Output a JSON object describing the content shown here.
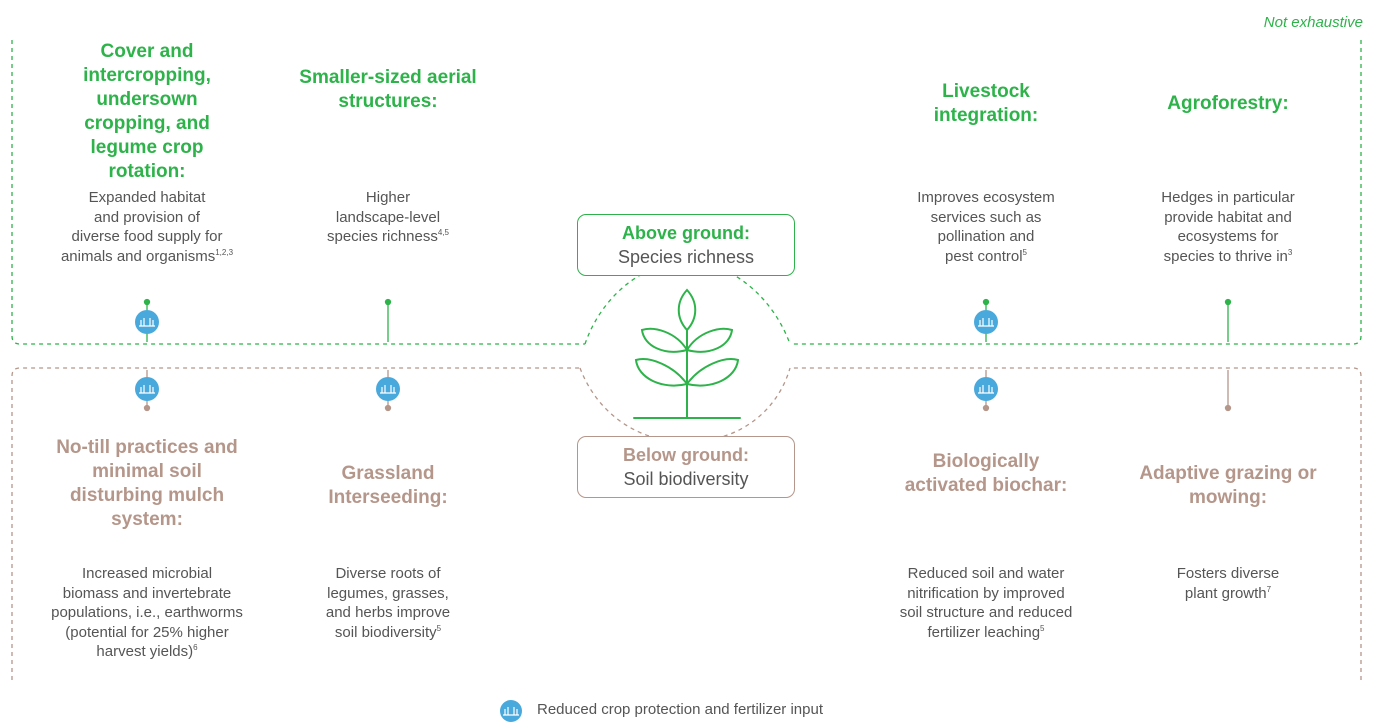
{
  "note": "Not exhaustive",
  "above": {
    "box_title": "Above ground:",
    "box_subtitle": "Species richness",
    "items": [
      {
        "title": "Cover and intercropping, undersown cropping, and legume crop rotation:",
        "lines": [
          "Expanded habitat",
          "and provision of",
          "diverse food supply for"
        ],
        "last": "animals and organisms",
        "ref": "1,2,3",
        "reduced_input": true
      },
      {
        "title": "Smaller-sized aerial structures:",
        "lines": [
          "Higher",
          "landscape-level"
        ],
        "last": "species richness",
        "ref": "4,5",
        "reduced_input": false
      },
      {
        "title": "Livestock integration:",
        "lines": [
          "Improves ecosystem",
          "services such as",
          "pollination and"
        ],
        "last": "pest control",
        "ref": "5",
        "reduced_input": true
      },
      {
        "title": "Agroforestry:",
        "lines": [
          "Hedges in particular",
          "provide habitat and",
          "ecosystems for"
        ],
        "last": "species to thrive in",
        "ref": "3",
        "reduced_input": false
      }
    ]
  },
  "below": {
    "box_title": "Below ground:",
    "box_subtitle": "Soil biodiversity",
    "items": [
      {
        "title": "No-till practices and minimal soil disturbing mulch system:",
        "lines": [
          "Increased microbial",
          "biomass and invertebrate",
          "populations, i.e., earthworms",
          "(potential for 25% higher"
        ],
        "last": "harvest yields)",
        "ref": "6",
        "reduced_input": true
      },
      {
        "title": "Grassland Interseeding:",
        "lines": [
          "Diverse roots of",
          "legumes, grasses,",
          "and herbs improve"
        ],
        "last": "soil biodiversity",
        "ref": "5",
        "reduced_input": true
      },
      {
        "title": "Biologically activated biochar:",
        "lines": [
          "Reduced soil and water",
          "nitrification by improved",
          "soil structure and reduced"
        ],
        "last": "fertilizer leaching",
        "ref": "5",
        "reduced_input": true
      },
      {
        "title": "Adaptive grazing or mowing:",
        "lines": [
          "Fosters diverse"
        ],
        "last": "plant growth",
        "ref": "7",
        "reduced_input": false
      }
    ]
  },
  "legend": {
    "label": "Reduced crop protection and fertilizer input",
    "icon": "reduced-input-icon"
  },
  "colors": {
    "green": "#2db34a",
    "brown": "#b5968a",
    "blue": "#4aa9dc",
    "text": "#555555"
  }
}
